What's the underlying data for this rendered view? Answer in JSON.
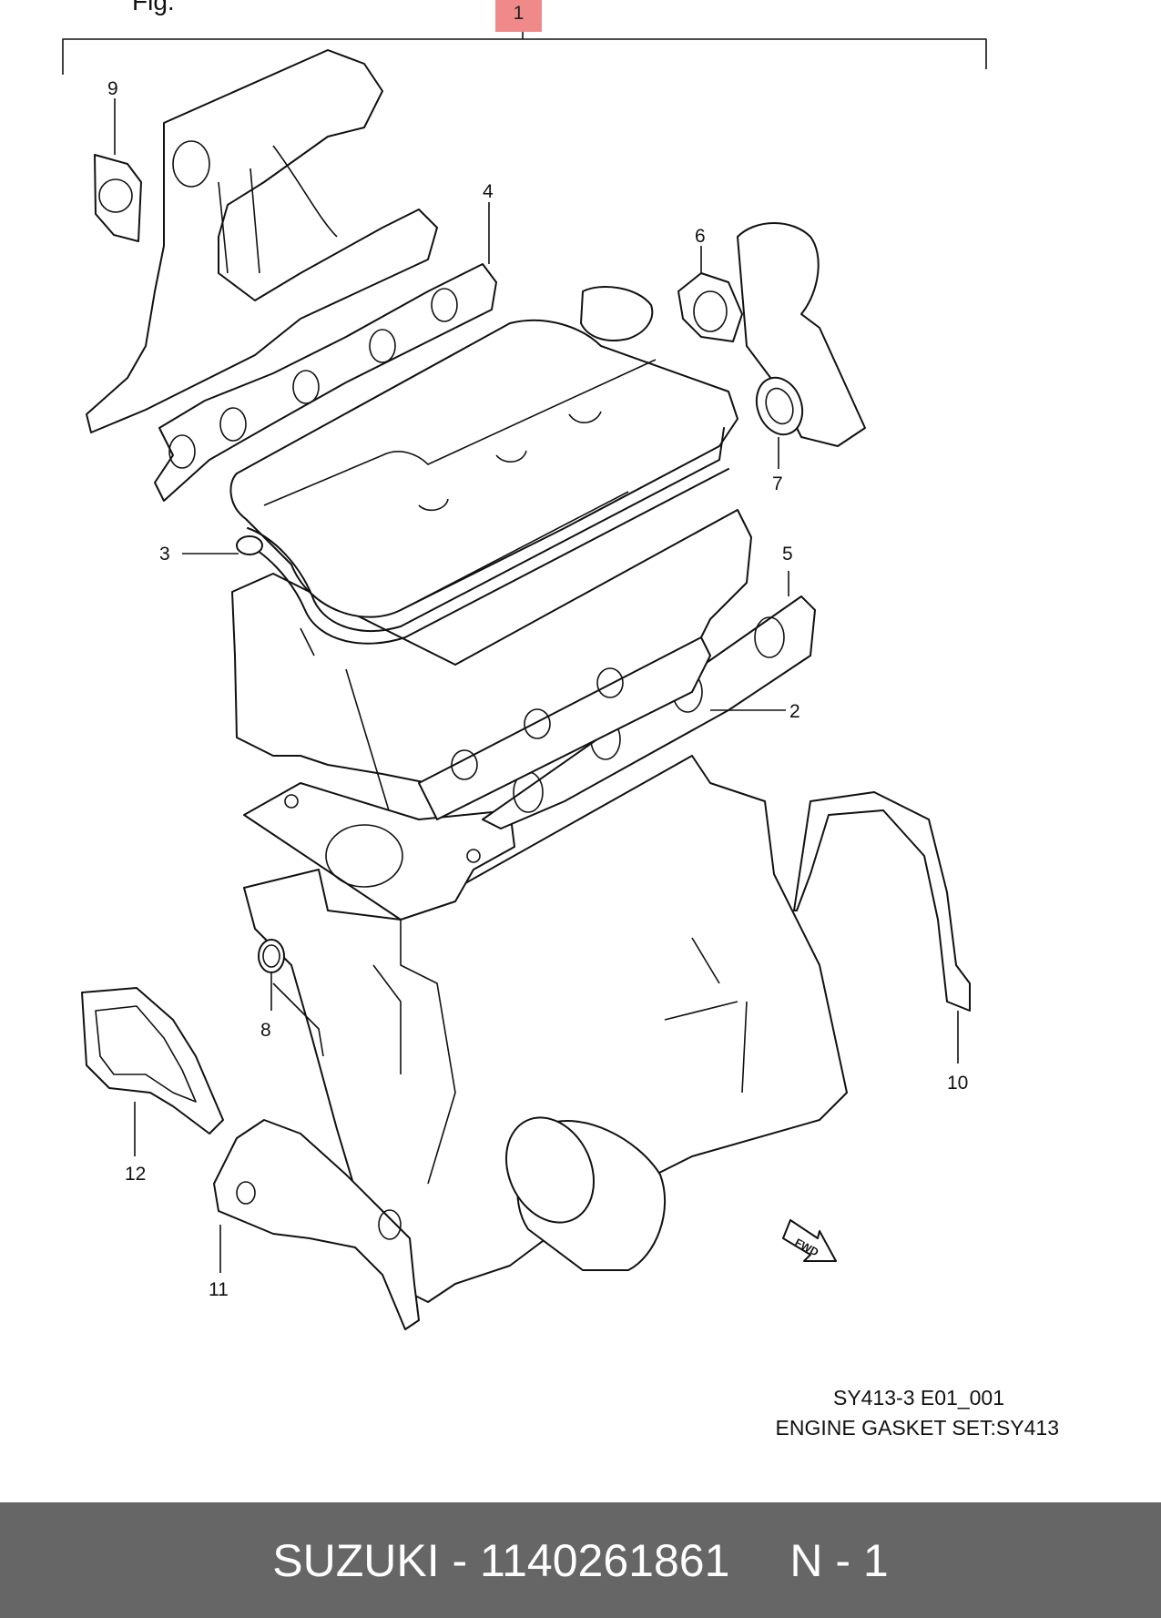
{
  "diagram": {
    "header_fragment": "Fig.",
    "callouts": [
      "1",
      "2",
      "3",
      "4",
      "5",
      "6",
      "7",
      "8",
      "9",
      "10",
      "11",
      "12"
    ],
    "fwd_label": "FWD",
    "highlight_color": "#f08a8a"
  },
  "caption": {
    "code": "SY413-3 E01_001",
    "title": "ENGINE GASKET SET:SY413"
  },
  "footer": {
    "brand": "SUZUKI - 1140261861",
    "quantity": "N - 1",
    "background": "#666666"
  }
}
